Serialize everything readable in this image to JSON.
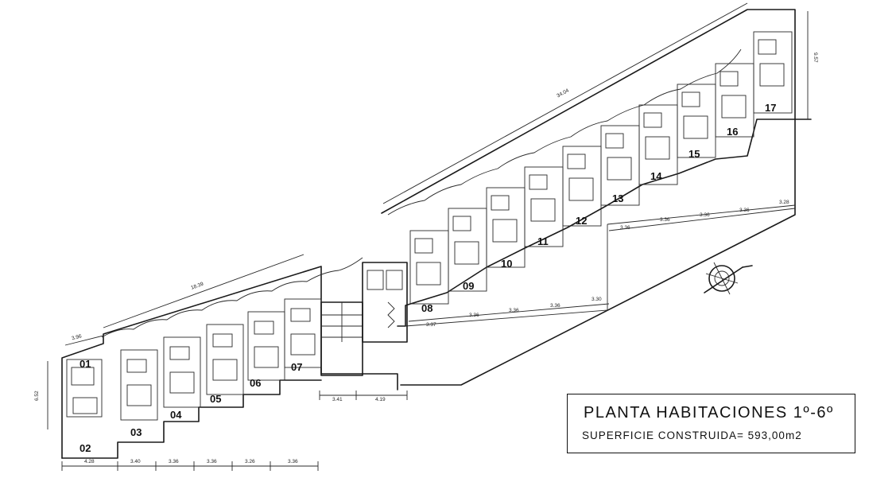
{
  "title_block": {
    "title": "PLANTA HABITACIONES 1º-6º",
    "subtitle": "SUPERFICIE CONSTRUIDA= 593,00m2"
  },
  "rooms": [
    "01",
    "02",
    "03",
    "04",
    "05",
    "06",
    "07",
    "08",
    "09",
    "10",
    "11",
    "12",
    "13",
    "14",
    "15",
    "16",
    "17"
  ],
  "dimensions": {
    "bottom_left": [
      "4.28",
      "3.40",
      "3.36",
      "3.36",
      "3.26",
      "3.36"
    ],
    "stair_core": [
      "3.41",
      "4.19"
    ],
    "mid_row": [
      "3.37",
      "3.36",
      "3.36",
      "3.36",
      "3.30"
    ],
    "right_row": [
      "3.36",
      "3.36",
      "3.36",
      "3.36",
      "3.28"
    ],
    "left_height": "6.52",
    "left_top": "3.96",
    "diag_left": "18.39",
    "diag_right": "34.04",
    "right_height": "9.57"
  },
  "icons": [
    "north-arrow-compass-icon"
  ]
}
